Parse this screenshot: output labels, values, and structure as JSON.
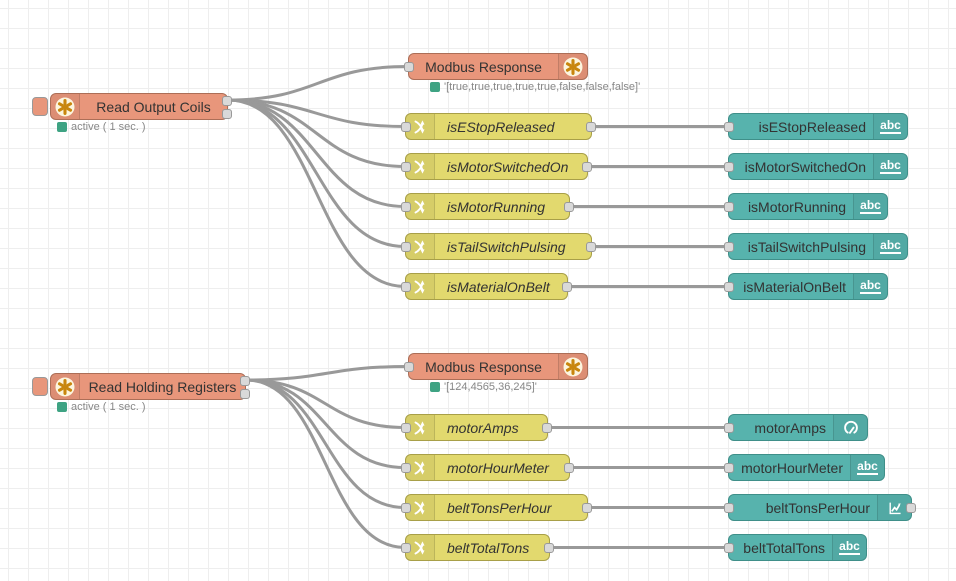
{
  "editor": {
    "background": "#ffffff",
    "grid_color": "#eeeeee",
    "wire_color": "#999999",
    "status_ok_color": "#3EA383",
    "node_colors": {
      "modbus": "#E8967B",
      "switch": "#E2D96E",
      "dashboard": "#57B3AD"
    }
  },
  "icons": {
    "modbus": "modbus-flower-icon",
    "switch": "shuffle-arrows-icon",
    "text": "abc-icon",
    "gauge": "gauge-icon",
    "chart": "line-chart-icon",
    "abc_label": "abc"
  },
  "top_flow": {
    "reader": {
      "label": "Read Output Coils",
      "status": "active ( 1 sec. )"
    },
    "response": {
      "label": "Modbus Response",
      "status": "'[true,true,true,true,true,false,false,false]'"
    },
    "switches": [
      "isEStopReleased",
      "isMotorSwitchedOn",
      "isMotorRunning",
      "isTailSwitchPulsing",
      "isMaterialOnBelt"
    ],
    "outputs": [
      {
        "label": "isEStopReleased",
        "icon": "abc-icon"
      },
      {
        "label": "isMotorSwitchedOn",
        "icon": "abc-icon"
      },
      {
        "label": "isMotorRunning",
        "icon": "abc-icon"
      },
      {
        "label": "isTailSwitchPulsing",
        "icon": "abc-icon"
      },
      {
        "label": "isMaterialOnBelt",
        "icon": "abc-icon"
      }
    ]
  },
  "bottom_flow": {
    "reader": {
      "label": "Read Holding Registers",
      "status": "active ( 1 sec. )"
    },
    "response": {
      "label": "Modbus Response",
      "status": "'[124,4565,36,245]'"
    },
    "switches": [
      "motorAmps",
      "motorHourMeter",
      "beltTonsPerHour",
      "beltTotalTons"
    ],
    "outputs": [
      {
        "label": "motorAmps",
        "icon": "gauge-icon"
      },
      {
        "label": "motorHourMeter",
        "icon": "abc-icon"
      },
      {
        "label": "beltTonsPerHour",
        "icon": "line-chart-icon"
      },
      {
        "label": "beltTotalTons",
        "icon": "abc-icon"
      }
    ]
  }
}
